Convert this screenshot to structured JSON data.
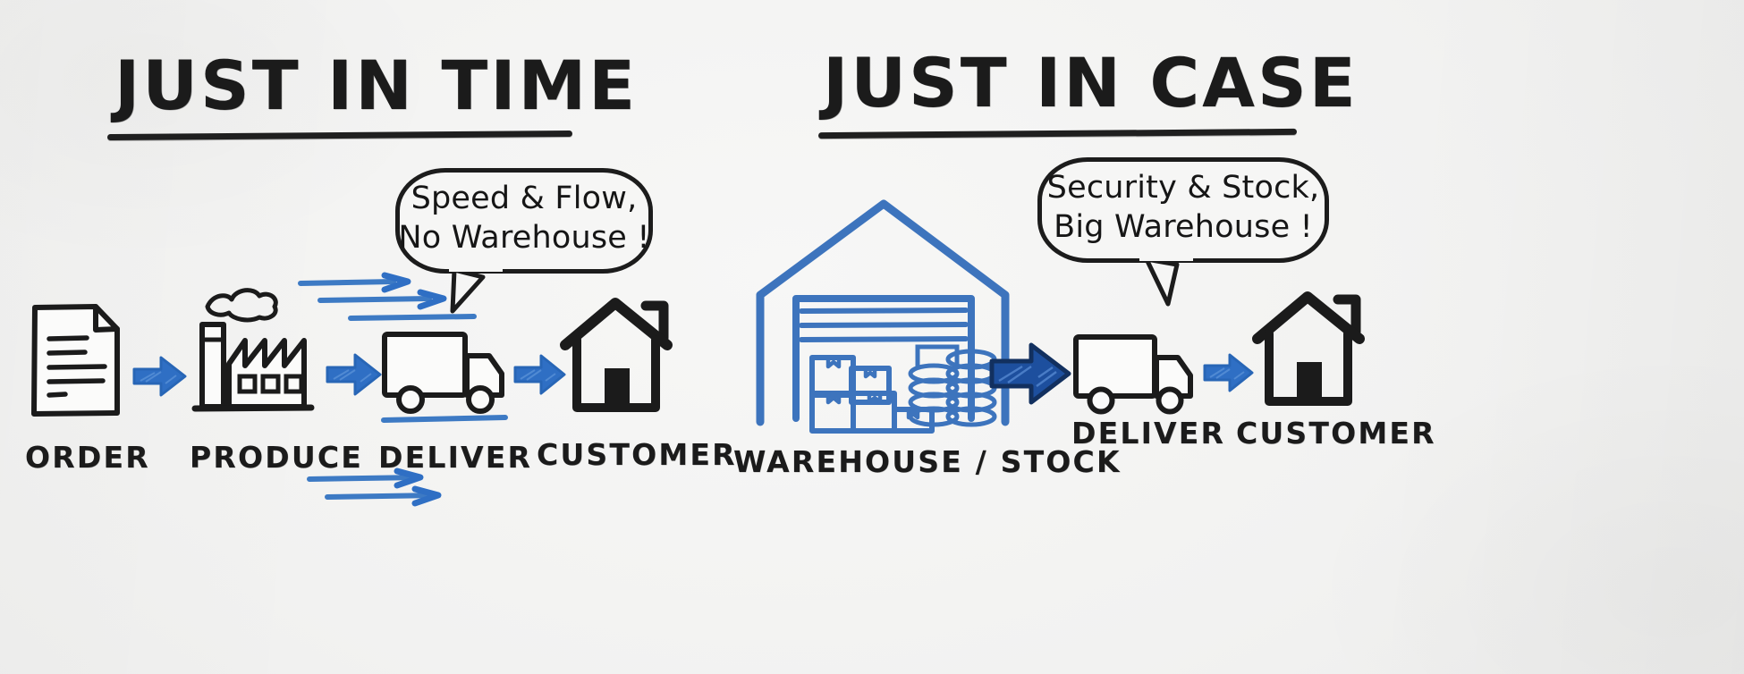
{
  "colors": {
    "ink": "#1b1b1b",
    "blue_arrow": "#2f6fc4",
    "blue_arrow_dark": "#1d4f9e",
    "blue_warehouse": "#3d74bd",
    "board": "#f2f2f1"
  },
  "panels": [
    {
      "id": "just-in-time",
      "title": "JUST IN TIME",
      "bubble": {
        "lines": [
          "Speed & Flow,",
          "No Warehouse !"
        ]
      },
      "steps": [
        {
          "key": "order",
          "label": "ORDER",
          "icon": "document-icon"
        },
        {
          "key": "produce",
          "label": "PRODUCE",
          "icon": "factory-icon"
        },
        {
          "key": "deliver",
          "label": "DELIVER",
          "icon": "truck-icon"
        },
        {
          "key": "customer",
          "label": "CUSTOMER",
          "icon": "house-icon"
        }
      ],
      "connectors": [
        {
          "key": "order-to-produce",
          "icon": "blue-arrow-icon"
        },
        {
          "key": "produce-to-deliver",
          "icon": "blue-arrow-icon"
        },
        {
          "key": "deliver-to-customer",
          "icon": "blue-arrow-icon"
        }
      ],
      "motion_lines": {
        "icon": "speed-lines-icon",
        "groups": 3
      }
    },
    {
      "id": "just-in-case",
      "title": "JUST IN CASE",
      "bubble": {
        "lines": [
          "Security & Stock,",
          "Big Warehouse !"
        ]
      },
      "steps": [
        {
          "key": "warehouse",
          "label": "WAREHOUSE / STOCK",
          "icon": "warehouse-icon"
        },
        {
          "key": "deliver",
          "label": "DELIVER",
          "icon": "truck-icon"
        },
        {
          "key": "customer",
          "label": "CUSTOMER",
          "icon": "house-icon"
        }
      ],
      "connectors": [
        {
          "key": "warehouse-to-deliver",
          "icon": "big-blue-arrow-icon"
        },
        {
          "key": "deliver-to-customer",
          "icon": "blue-arrow-icon"
        }
      ],
      "stock": {
        "boxes_icon": "cardboard-boxes-icon",
        "sacks_icon": "stacked-sacks-icon"
      }
    }
  ]
}
